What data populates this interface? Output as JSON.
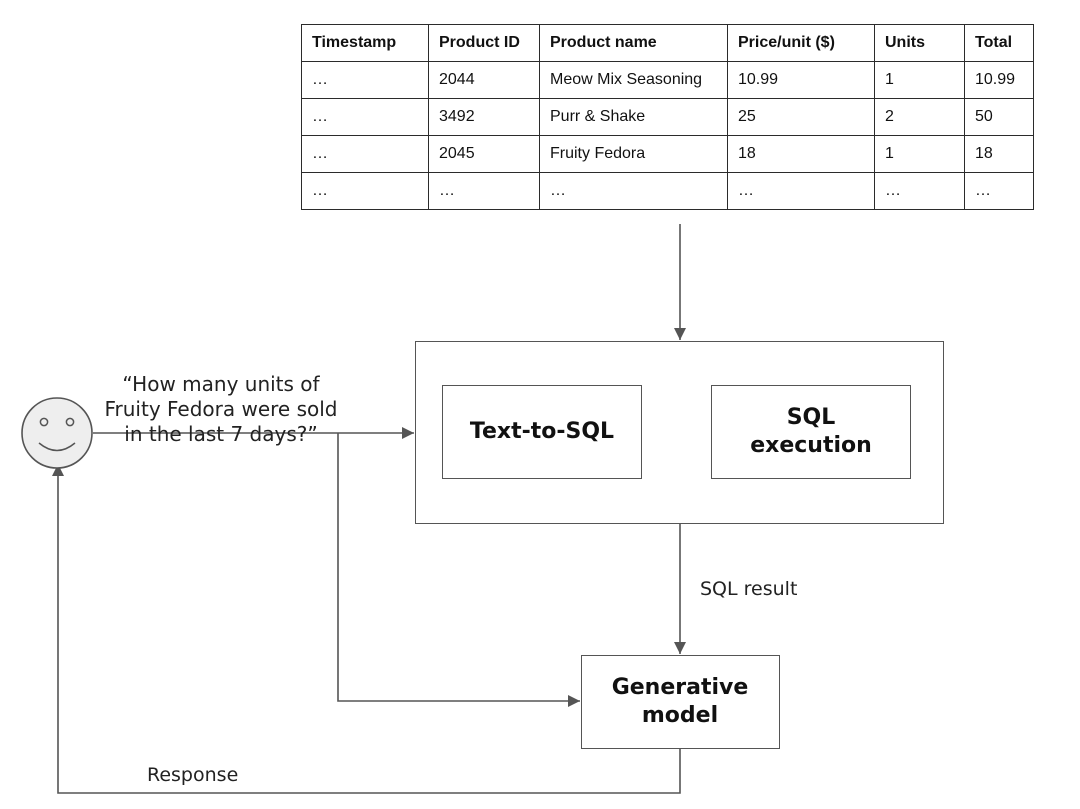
{
  "table": {
    "headers": [
      "Timestamp",
      "Product ID",
      "Product name",
      "Price/unit ($)",
      "Units",
      "Total"
    ],
    "rows": [
      [
        "…",
        "2044",
        "Meow Mix Seasoning",
        "10.99",
        "1",
        "10.99"
      ],
      [
        "…",
        "3492",
        "Purr & Shake",
        "25",
        "2",
        "50"
      ],
      [
        "…",
        "2045",
        "Fruity Fedora",
        "18",
        "1",
        "18"
      ],
      [
        "…",
        "…",
        "…",
        "…",
        "…",
        "…"
      ]
    ]
  },
  "user_query": "“How many units of Fruity Fedora were sold in the last 7 days?”",
  "boxes": {
    "text_to_sql": "Text-to-SQL",
    "sql_execution": "SQL execution",
    "generative_model": "Generative model"
  },
  "labels": {
    "sql_result": "SQL result",
    "response": "Response"
  },
  "icons": {
    "user": "smiley-face-icon"
  },
  "colors": {
    "arrow": "#555555",
    "face_fill": "#eeeeee",
    "box_border": "#555555"
  }
}
